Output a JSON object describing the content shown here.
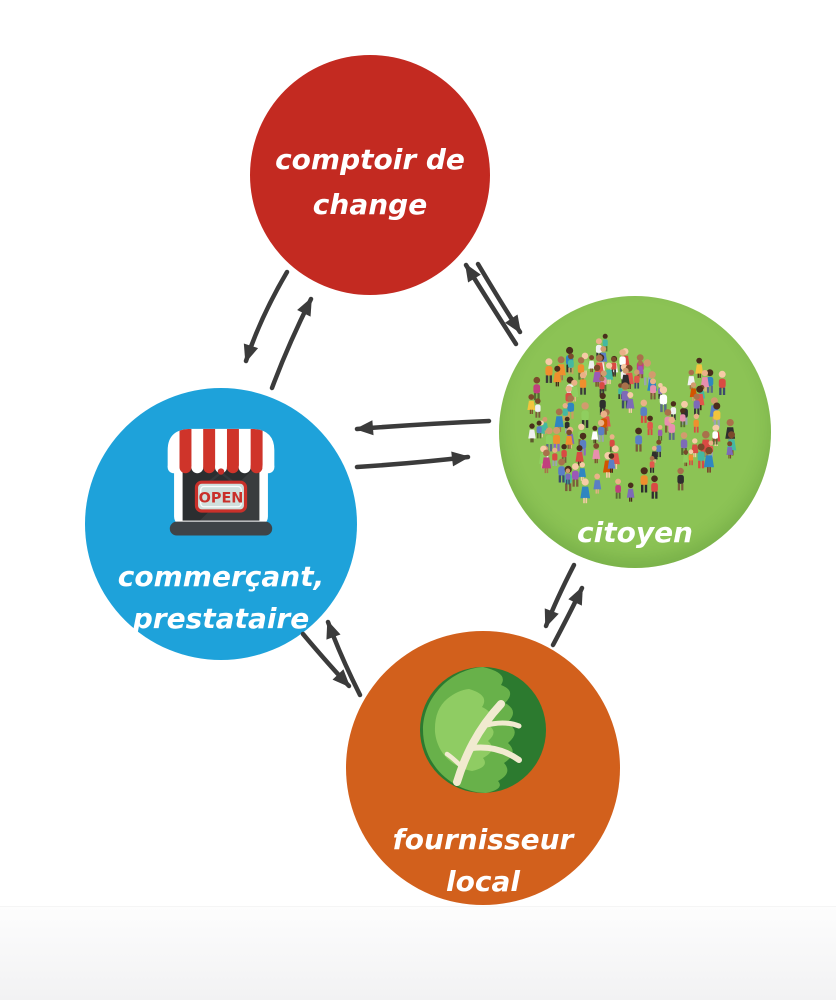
{
  "diagram": {
    "type": "flow-diagram",
    "background": "#ffffff",
    "arrow_color": "#3b3b3b",
    "nodes": [
      {
        "id": "comptoir",
        "label_lines": [
          "comptoir de",
          "change"
        ],
        "color": "#c32a21",
        "text_color": "#ffffff",
        "icon": null
      },
      {
        "id": "commercant",
        "label_lines": [
          "commerçant,",
          "prestataire"
        ],
        "color": "#1ea2da",
        "text_color": "#ffffff",
        "icon": "storefront-open-icon"
      },
      {
        "id": "citoyen",
        "label_lines": [
          "citoyen",
          ""
        ],
        "color": "#8cc355",
        "text_color": "#ffffff",
        "icon": "crowd-icon"
      },
      {
        "id": "fournisseur",
        "label_lines": [
          "fournisseur",
          "local"
        ],
        "color": "#d2601c",
        "text_color": "#ffffff",
        "icon": "cabbage-icon"
      }
    ],
    "edges": [
      {
        "from": "comptoir de change",
        "to": "commerçant, prestataire",
        "type": "bidirectional"
      },
      {
        "from": "comptoir de change",
        "to": "citoyen",
        "type": "bidirectional"
      },
      {
        "from": "citoyen",
        "to": "commerçant, prestataire",
        "type": "bidirectional"
      },
      {
        "from": "commerçant, prestataire",
        "to": "fournisseur local",
        "type": "bidirectional"
      },
      {
        "from": "citoyen",
        "to": "fournisseur local",
        "type": "bidirectional"
      }
    ]
  },
  "icons": {
    "open_sign_text": "OPEN",
    "storefront_colors": {
      "awning_red": "#cf342a",
      "awning_white": "#ffffff",
      "window": "#2b2e30",
      "sign_bg": "#cfe0dd",
      "sign_border": "#c9302a",
      "base": "#3e4347"
    },
    "cabbage_colors": {
      "dark_green": "#2c7a2f",
      "mid_green": "#68b14a",
      "light_green": "#8fcc63",
      "stem": "#f1ead0"
    },
    "crowd_palette": {
      "skin": [
        "#f6cba6",
        "#eab188",
        "#d29b6e",
        "#a9714b",
        "#7a4a2b",
        "#4a2e1c"
      ],
      "tops": [
        "#d94a43",
        "#e2574c",
        "#ef8f2e",
        "#f2c53d",
        "#5b7fc4",
        "#7d6ab8",
        "#9b59b6",
        "#2f86c1",
        "#45b8a1",
        "#ffffff",
        "#2e2e2e",
        "#c13f7d",
        "#8fce5f",
        "#e88fae",
        "#f0f0f0",
        "#d35400"
      ],
      "bottoms": [
        "#3c4a6b",
        "#5a6b85",
        "#c8a05f",
        "#566b32",
        "#7a5c3a",
        "#3a3a3a",
        "#8a6bbf",
        "#9aa5b0",
        "#d94a43",
        "#2e2e2e"
      ]
    }
  }
}
